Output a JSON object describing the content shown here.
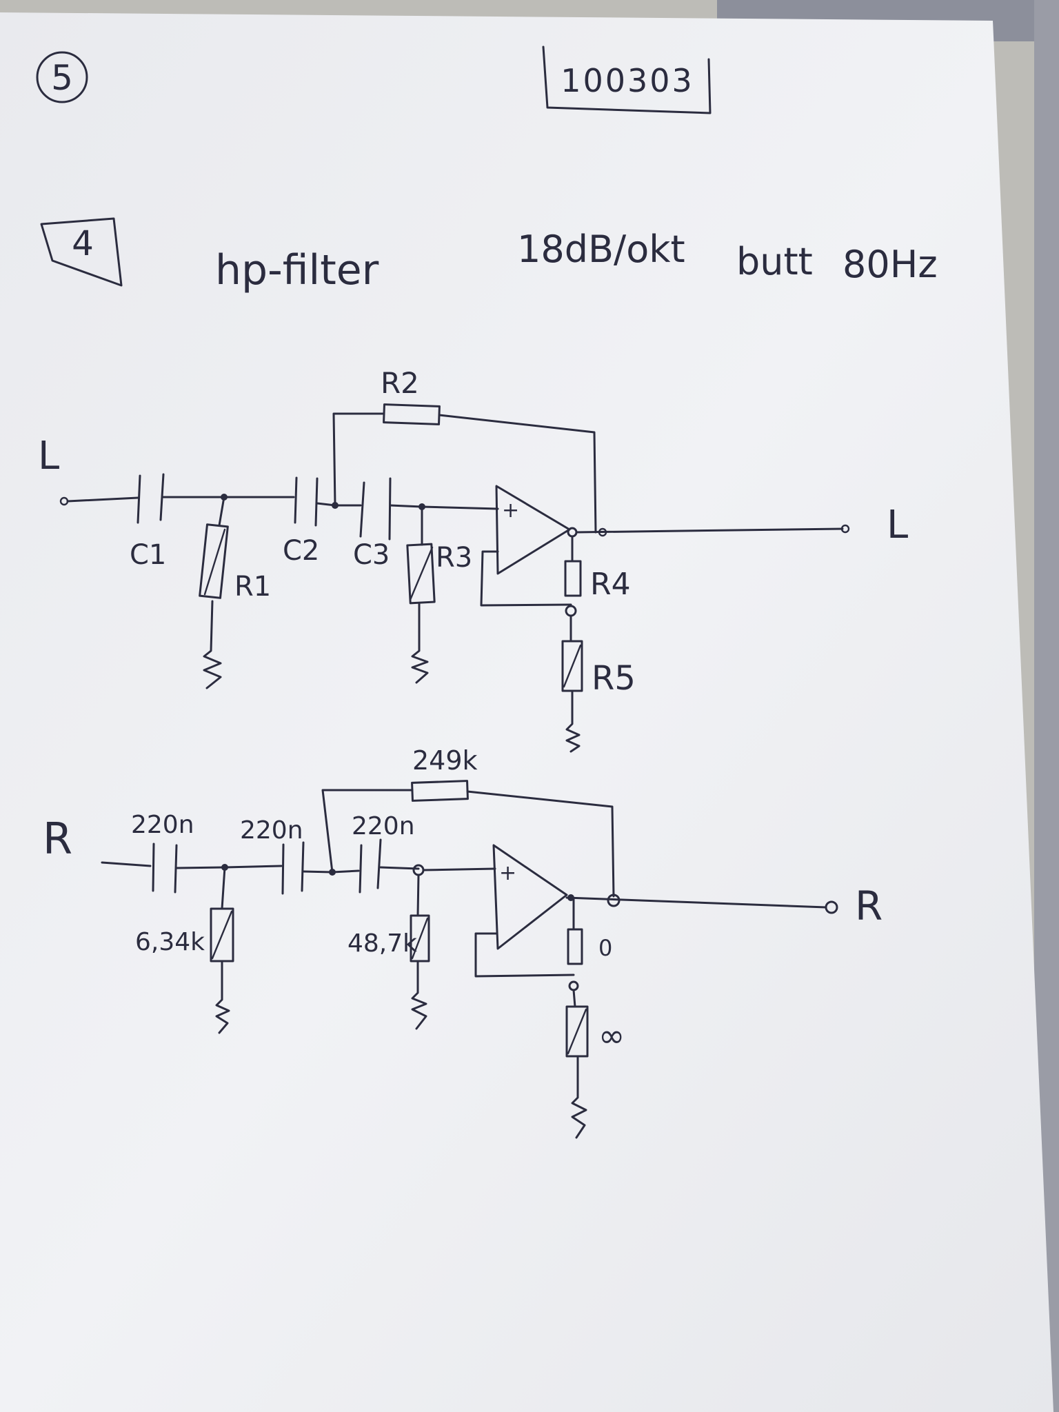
{
  "page": {
    "circled_number": "5",
    "boxed_id": "100303",
    "boxed_item": "4",
    "title": {
      "kind": "hp-filter",
      "slope": "18dB/okt",
      "response": "butt",
      "frequency": "80Hz"
    }
  },
  "schematic_left": {
    "input_label": "L",
    "output_label": "L",
    "components": {
      "c1": "C1",
      "r1": "R1",
      "c2": "C2",
      "c3": "C3",
      "r2": "R2",
      "r3": "R3",
      "r4": "R4",
      "r5": "R5"
    },
    "opamp_sign": "+"
  },
  "schematic_right": {
    "input_label": "R",
    "output_label": "R",
    "components": {
      "c1": "220n",
      "c2": "220n",
      "c3": "220n",
      "r1": "6,34k",
      "r2": "249k",
      "r3": "48,7k",
      "r4": "0",
      "r5": "∞"
    },
    "opamp_sign": "+"
  }
}
